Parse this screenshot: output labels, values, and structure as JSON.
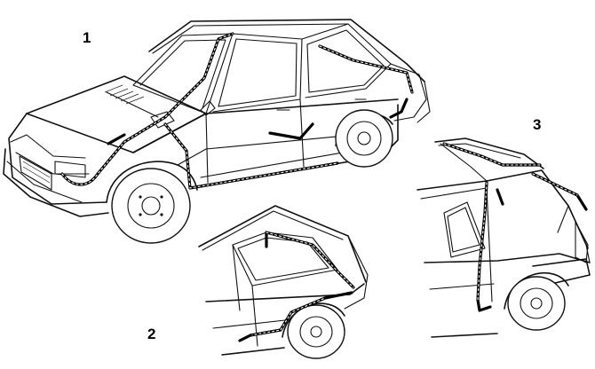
{
  "figure": {
    "views": [
      {
        "label": "1",
        "subject": "car-full-side-view"
      },
      {
        "label": "2",
        "subject": "car-rear-quarter-detail"
      },
      {
        "label": "3",
        "subject": "car-tailgate-open-detail"
      }
    ],
    "colors": {
      "line": "#111111",
      "background": "#ffffff",
      "harness": "#000000"
    }
  }
}
